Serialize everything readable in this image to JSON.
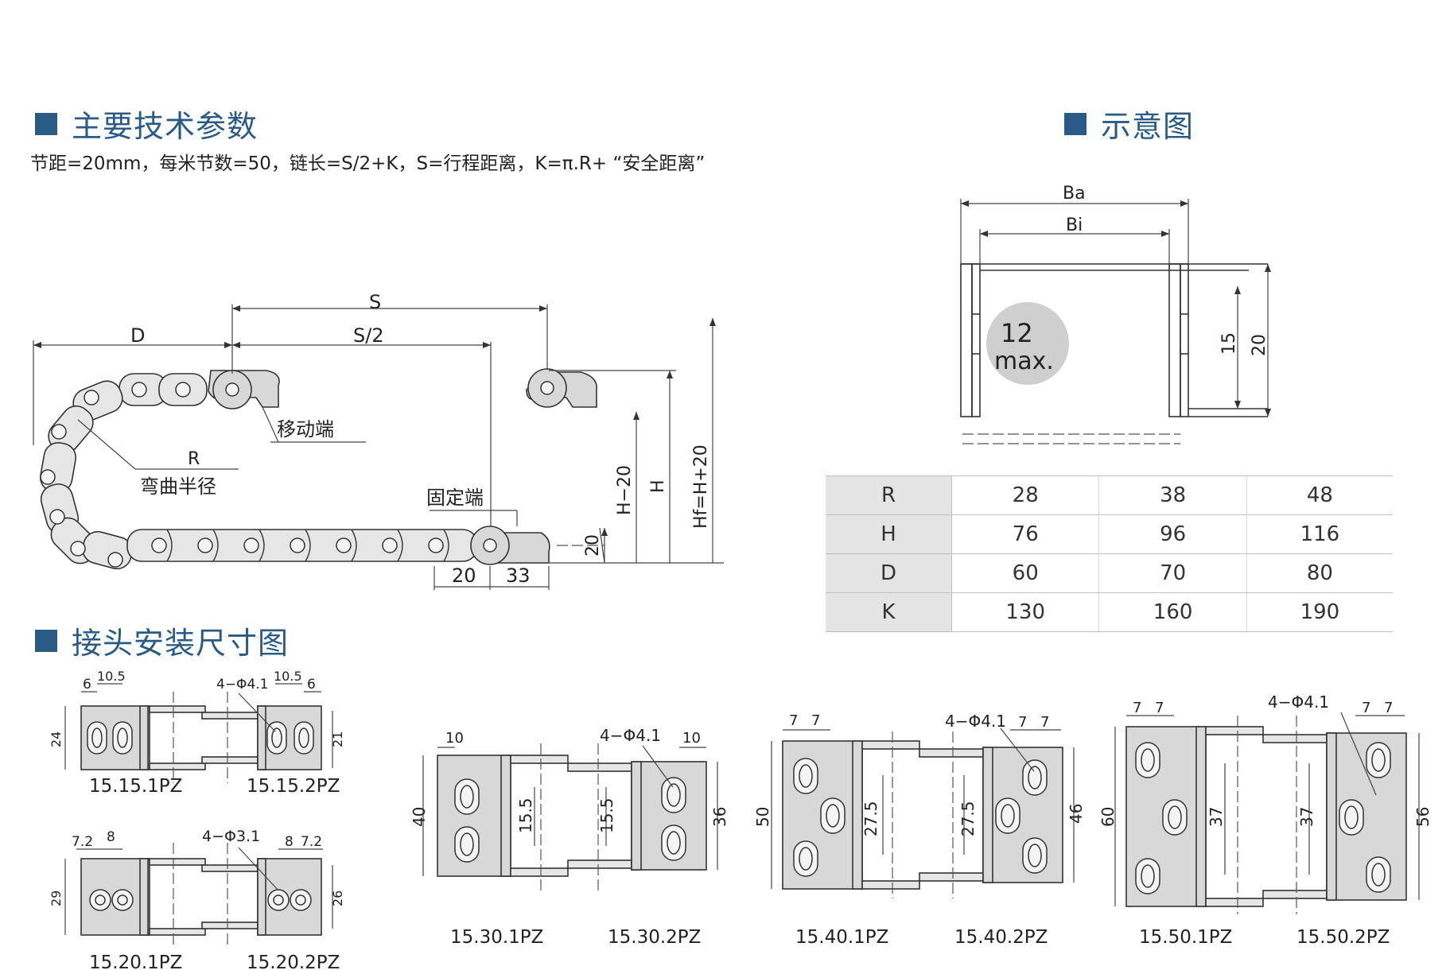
{
  "headings": {
    "main_params": "主要技术参数",
    "schematic": "示意图",
    "connector": "接头安装尺寸图"
  },
  "formula": "节距=20mm，每米节数=50，链长=S/2+K，S=行程距离，K=π.R+ “安全距离”",
  "chain_diagram": {
    "s": "S",
    "s_half": "S/2",
    "d": "D",
    "moving_end": "移动端",
    "r": "R",
    "bend_radius": "弯曲半径",
    "fixed_end": "固定端",
    "dim_20_bottom": "20",
    "dim_33": "33",
    "dim_20_side": "20",
    "h_minus_20": "H−20",
    "h": "H",
    "hf": "Hf=H+20"
  },
  "cross_section": {
    "ba": "Ba",
    "bi": "Bi",
    "max_value": "12",
    "max_label": "max.",
    "dim_15": "15",
    "dim_20": "20"
  },
  "param_table": {
    "rows": [
      {
        "label": "R",
        "values": [
          "28",
          "38",
          "48"
        ]
      },
      {
        "label": "H",
        "values": [
          "76",
          "96",
          "116"
        ]
      },
      {
        "label": "D",
        "values": [
          "60",
          "70",
          "80"
        ]
      },
      {
        "label": "K",
        "values": [
          "130",
          "160",
          "190"
        ]
      }
    ]
  },
  "connectors": {
    "c15": {
      "code1": "15.15.1PZ",
      "code2": "15.15.2PZ",
      "w_left": "6",
      "w_mid": "10.5",
      "holes": "4−Φ4.1",
      "w_right_mid": "10.5",
      "w_right": "6",
      "h_left": "24",
      "h_right": "21"
    },
    "c20": {
      "code1": "15.20.1PZ",
      "code2": "15.20.2PZ",
      "w_left": "7.2",
      "w_mid": "8",
      "holes": "4−Φ3.1",
      "w_right_mid": "8",
      "w_right": "7.2",
      "h_left": "29",
      "h_right": "26"
    },
    "c30": {
      "code1": "15.30.1PZ",
      "code2": "15.30.2PZ",
      "w_left": "10",
      "holes": "4−Φ4.1",
      "w_right": "10",
      "h_left": "40",
      "inner_left": "15.5",
      "inner_right": "15.5",
      "h_right": "36"
    },
    "c40": {
      "code1": "15.40.1PZ",
      "code2": "15.40.2PZ",
      "w_left_a": "7",
      "w_left_b": "7",
      "holes": "4−Φ4.1",
      "w_right_a": "7",
      "w_right_b": "7",
      "h_left": "50",
      "inner_left": "27.5",
      "inner_right": "27.5",
      "h_right": "46"
    },
    "c50": {
      "code1": "15.50.1PZ",
      "code2": "15.50.2PZ",
      "w_left_a": "7",
      "w_left_b": "7",
      "holes": "4−Φ4.1",
      "w_right_a": "7",
      "w_right_b": "7",
      "h_left": "60",
      "inner_left": "37",
      "inner_right": "37",
      "h_right": "56"
    }
  }
}
